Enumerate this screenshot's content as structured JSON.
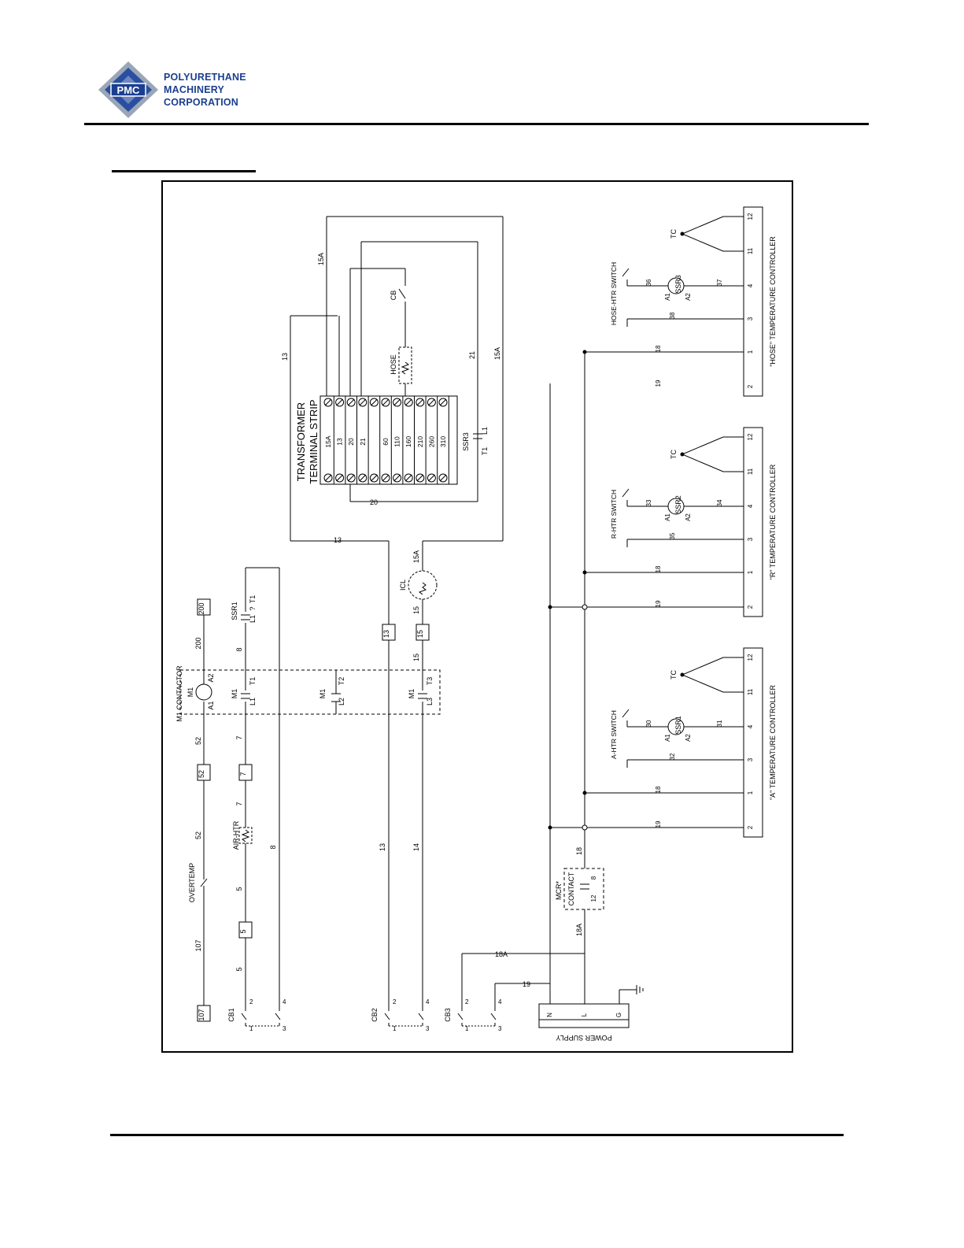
{
  "company": {
    "line1": "POLYURETHANE",
    "line2": "MACHINERY",
    "line3": "CORPORATION",
    "mark": "PMC"
  },
  "labels": {
    "transformer_line1": "TRANSFORMER",
    "transformer_line2": "TERMINAL STRIP",
    "m1_contactor": "M1 CONTACTOR",
    "overtemp": "OVERTEMP",
    "air_htr": "AIR-HTR",
    "ssr1": "SSR1",
    "ssr2": "SSR2",
    "ssr3": "SSR3",
    "icl": "ICL",
    "hose": "HOSE",
    "cb": "CB",
    "cb1": "CB1",
    "cb2": "CB2",
    "cb3": "CB3",
    "mcr_line1": "MCR*",
    "mcr_line2": "CONTACT",
    "power_supply": "POWER SUPPLY",
    "a_htr_switch": "A-HTR SWITCH",
    "r_htr_switch": "R-HTR SWITCH",
    "hose_htr_switch": "HOSE-HTR SWITCH",
    "a_tc": "\"A\" TEMPERATURE CONTROLLER",
    "r_tc": "\"R\" TEMPERATURE CONTROLLER",
    "hose_tc": "\"HOSE\" TEMPERATURE CONTROLLER",
    "tc": "TC",
    "m1": "M1",
    "a1": "A1",
    "a2": "A2",
    "l1": "L1",
    "l2": "L2",
    "l3": "L3",
    "t1": "T1",
    "t2": "T2",
    "t3": "T3",
    "n": "N",
    "l": "L",
    "g": "G",
    "q": "?"
  },
  "terminal_strip": [
    "15A",
    "13",
    "20",
    "21",
    "",
    "60",
    "110",
    "160",
    "210",
    "260",
    "310"
  ],
  "tc_terminals": [
    "12",
    "11",
    "4",
    "3",
    "1",
    "2"
  ],
  "wires": {
    "w107": "107",
    "w52": "52",
    "w200": "200",
    "w5": "5",
    "w7": "7",
    "w8": "8",
    "w13": "13",
    "w14": "14",
    "w15": "15",
    "w15a": "15A",
    "w18": "18",
    "w18a": "18A",
    "w19": "19",
    "w20": "20",
    "w21": "21",
    "w30": "30",
    "w31": "31",
    "w32": "32",
    "w33": "33",
    "w34": "34",
    "w35": "35",
    "w36": "36",
    "w37": "37",
    "w38": "38",
    "n1": "1",
    "n2": "2",
    "n3": "3",
    "n4": "4",
    "n8": "8",
    "n12": "12"
  }
}
